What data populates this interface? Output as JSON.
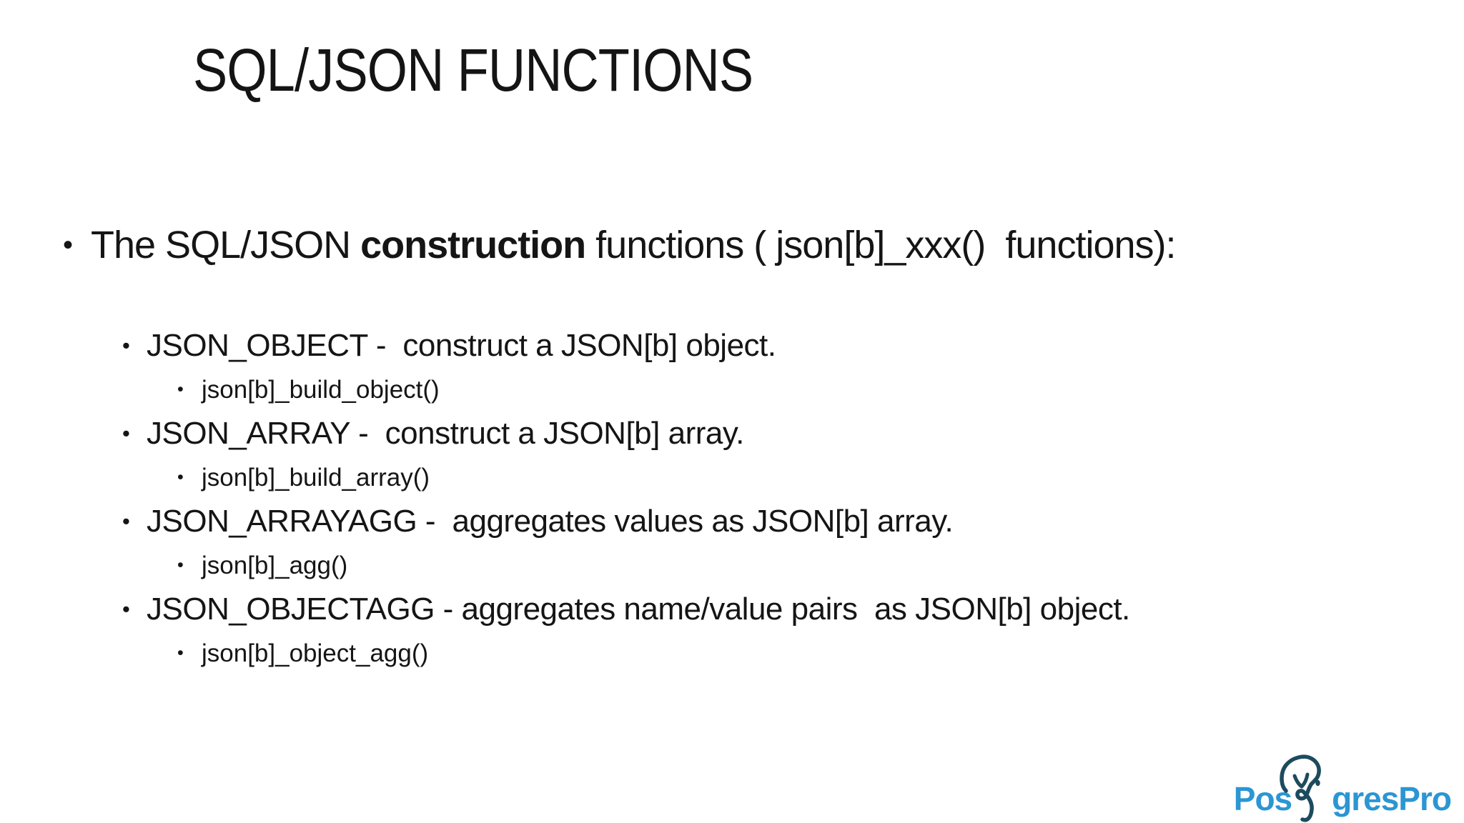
{
  "slide": {
    "title": "SQL/JSON FUNCTIONS",
    "intro": {
      "prefix": "The SQL/JSON ",
      "bold": "construction",
      "suffix": " functions ( json[b]_xxx()  functions):"
    },
    "items": [
      {
        "title": "JSON_OBJECT -  construct a JSON[b] object.",
        "func": "json[b]_build_object()"
      },
      {
        "title": "JSON_ARRAY -  construct a JSON[b] array.",
        "func": "json[b]_build_array()"
      },
      {
        "title": "JSON_ARRAYAGG -  aggregates values as JSON[b] array.",
        "func": "json[b]_agg()"
      },
      {
        "title": "JSON_OBJECTAGG - aggregates name/value pairs  as JSON[b] object.",
        "func": "json[b]_object_agg()"
      }
    ],
    "logo": {
      "part1": "Pos",
      "part2": "gresPro"
    }
  },
  "glyphs": {
    "bullet": "•"
  },
  "colors": {
    "background": "#ffffff",
    "text": "#151515",
    "logo_text": "#2b96d3",
    "logo_elephant": "#1d4b5e"
  }
}
